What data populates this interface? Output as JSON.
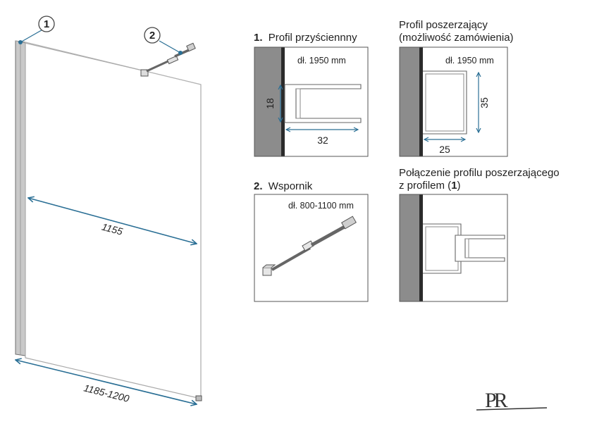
{
  "callouts": {
    "c1": "1",
    "c2": "2"
  },
  "dimensions": {
    "width_inner": "1155",
    "width_total": "1185-1200"
  },
  "panels": {
    "p1": {
      "number": "1.",
      "title": "Profil przyściennny",
      "length": "dł. 1950 mm",
      "dim_h": "18",
      "dim_w": "32"
    },
    "p2": {
      "title_line1": "Profil poszerzający",
      "title_line2": "(możliwość zamówienia)",
      "length": "dł. 1950 mm",
      "dim_h": "35",
      "dim_w": "25"
    },
    "p3": {
      "number": "2.",
      "title": "Wspornik",
      "length": "dł. 800-1100 mm"
    },
    "p4": {
      "title_line1": "Połączenie profilu poszerzającego",
      "title_line2_pre": "z profilem (",
      "title_line2_num": "1",
      "title_line2_post": ")"
    }
  },
  "logo": {
    "text": "PR"
  },
  "colors": {
    "wall": "#8c8c8c",
    "dimension": "#2a6f95",
    "glass_edge": "#a9a9a9",
    "profile": "#777777"
  }
}
